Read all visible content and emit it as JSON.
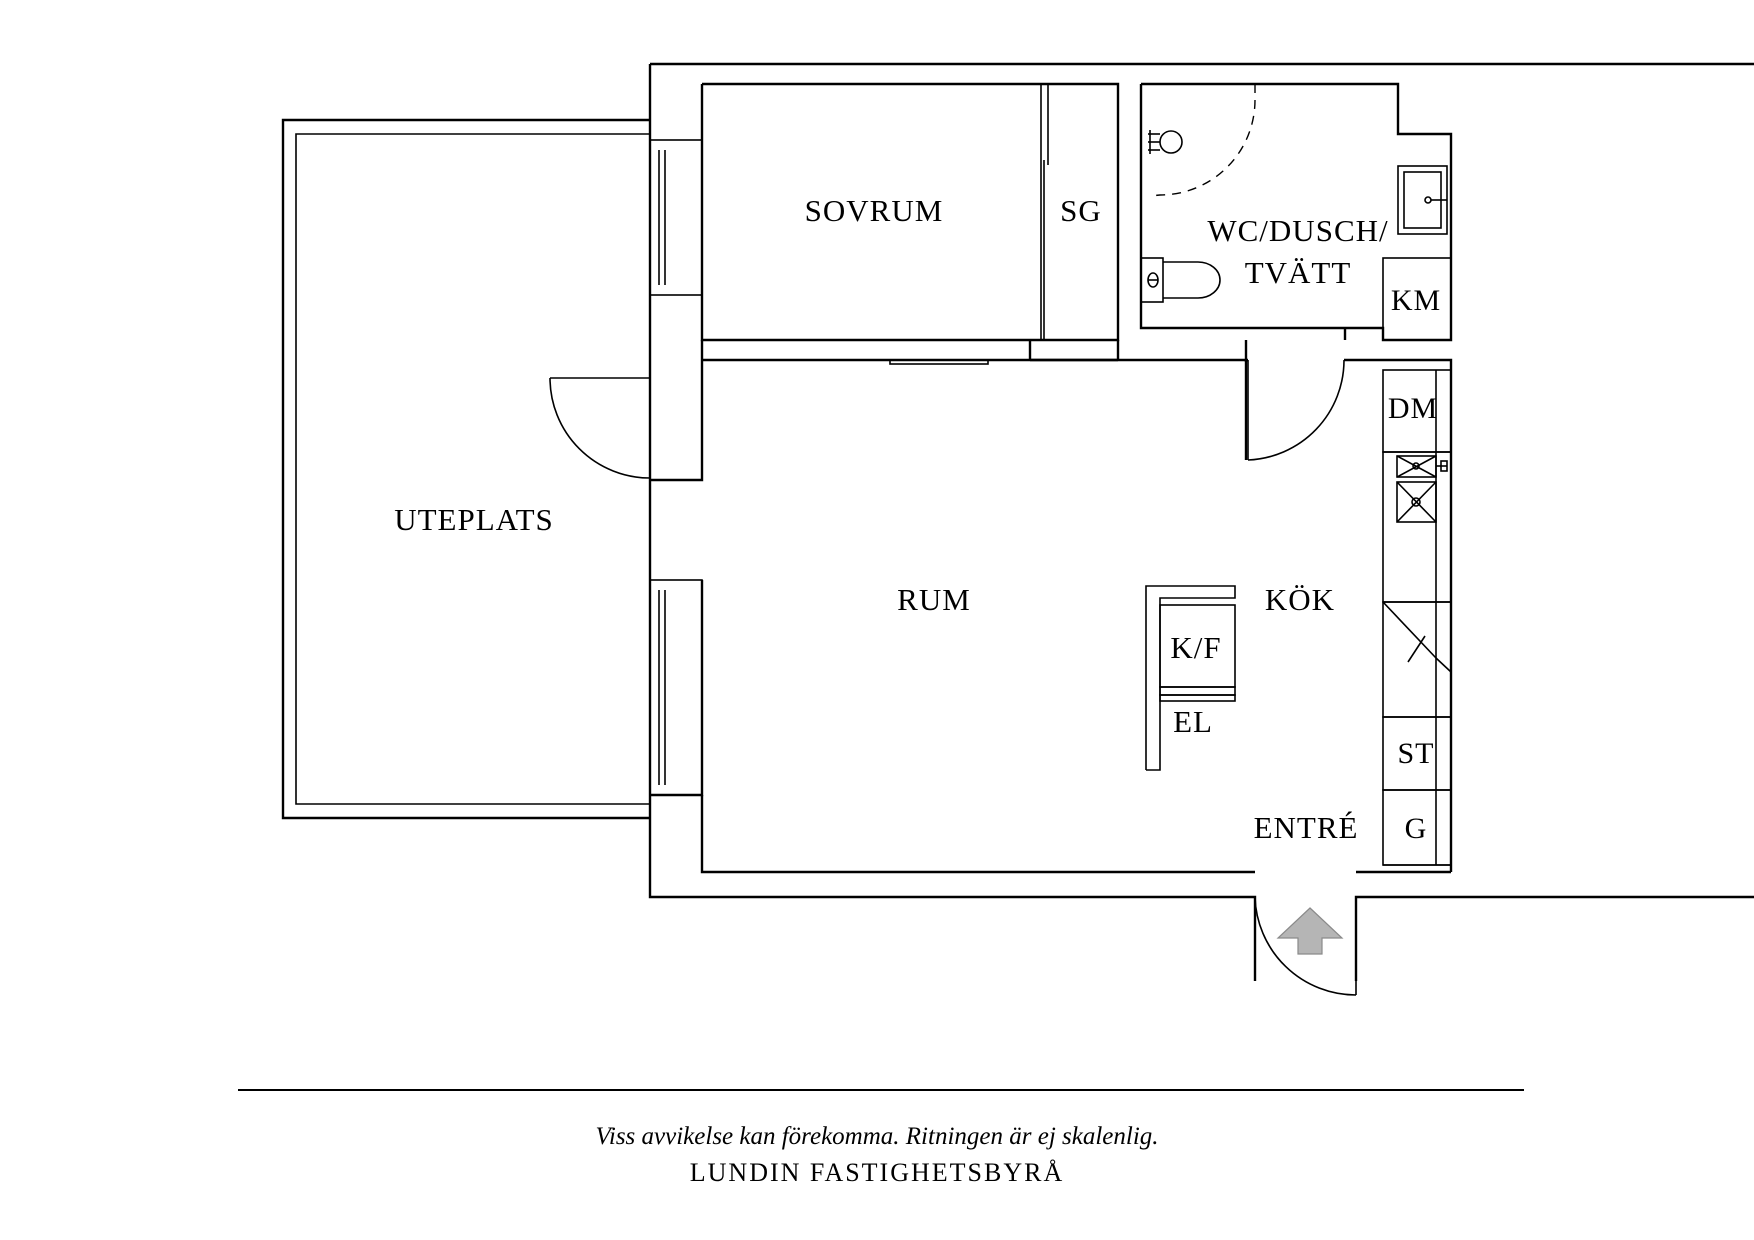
{
  "rooms": {
    "sovrum": "SOVRUM",
    "sg": "SG",
    "wc": "WC/DUSCH/",
    "tvatt": "TVÄTT",
    "km": "KM",
    "dm": "DM",
    "uteplats": "UTEPLATS",
    "rum": "RUM",
    "kok": "KÖK",
    "kf": "K/F",
    "el": "EL",
    "st": "ST",
    "entre": "ENTRÉ",
    "g": "G"
  },
  "footer": {
    "note": "Viss avvikelse kan förekomma. Ritningen är ej skalenlig.",
    "brand": "LUNDIN FASTIGHETSBYRÅ"
  },
  "colors": {
    "line": "#000000",
    "arrow": "#b5b5b5",
    "background": "#ffffff"
  }
}
